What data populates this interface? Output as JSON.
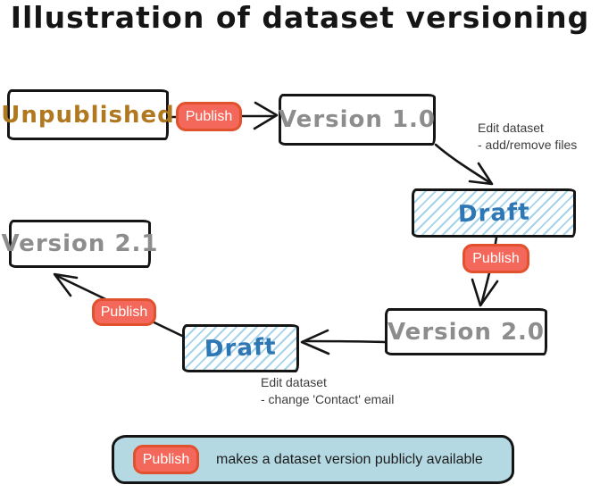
{
  "title": "Illustration of dataset versioning",
  "publish_label": "Publish",
  "nodes": {
    "unpublished": {
      "label": "Unpublished"
    },
    "version_1_0": {
      "label": "Version 1.0"
    },
    "draft_1": {
      "label": "Draft"
    },
    "version_2_0": {
      "label": "Version 2.0"
    },
    "draft_2": {
      "label": "Draft"
    },
    "version_2_1": {
      "label": "Version 2.1"
    }
  },
  "annotations": {
    "edit_1": {
      "line1": "Edit dataset",
      "line2": "- add/remove files"
    },
    "edit_2": {
      "line1": "Edit dataset",
      "line2": "- change 'Contact' email"
    }
  },
  "legend": {
    "button_label": "Publish",
    "text": "makes a dataset version publicly available"
  },
  "colors": {
    "publish_bg": "#f4685c",
    "publish_border": "#e2512d",
    "unpublished_text": "#b0791f",
    "version_text": "#8d8d8d",
    "draft_text": "#2e77b5",
    "legend_bg": "#b4d9e2",
    "hatch_blue": "#a6d3ec",
    "ink": "#151515"
  }
}
